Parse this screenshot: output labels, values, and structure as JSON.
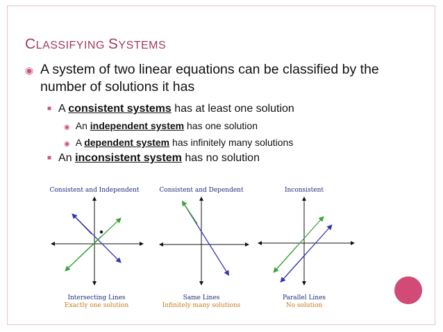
{
  "slide": {
    "title_first_C": "C",
    "title_rest_1": "LASSIFYING ",
    "title_first_S": "S",
    "title_rest_2": "YSTEMS",
    "bullet1": "A system of two linear equations can be classified by the number of solutions it has",
    "consistent": {
      "pre": "A ",
      "term": "consistent systems",
      "post": " has at least one solution"
    },
    "independent": {
      "pre": "An ",
      "term": "independent system",
      "post": " has one solution"
    },
    "dependent": {
      "pre": "A ",
      "term": "dependent system",
      "post": " has infinitely many solutions"
    },
    "inconsistent": {
      "pre": "An ",
      "term": "inconsistent system",
      "post": " has no solution"
    }
  },
  "graphs": [
    {
      "heading": "Consistent and Independent",
      "caption1": "Intersecting Lines",
      "caption2": "Exactly one solution"
    },
    {
      "heading": "Consistent and Dependent",
      "caption1": "Same Lines",
      "caption2": "Infinitely many solutions"
    },
    {
      "heading": "Inconsistent",
      "caption1": "Parallel Lines",
      "caption2": "No solution"
    }
  ],
  "colors": {
    "title": "#a23a5a",
    "bullet_marker": "#c9557a",
    "line_green": "#3aa33a",
    "line_blue": "#3535b5",
    "caption_navy": "#1f2a7a",
    "caption_orange": "#c47a1e",
    "accent_circle": "#d24a76"
  }
}
